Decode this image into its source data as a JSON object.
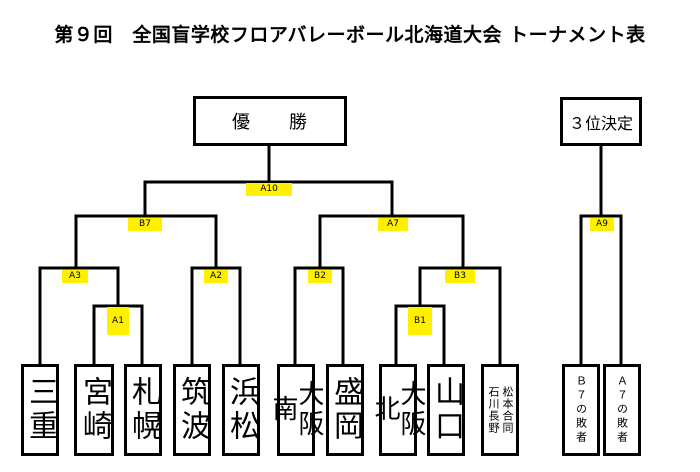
{
  "title": "第９回　全国盲学校フロアバレーボール北海道大会 トーナメント表",
  "final_box": "優　　勝",
  "third_box": "３位決定",
  "matches": {
    "A1": "A1",
    "A2": "A2",
    "A3": "A3",
    "B1": "B1",
    "B2": "B2",
    "B3": "B3",
    "B7": "B7",
    "A7": "A7",
    "A9": "A9",
    "A10": "A10"
  },
  "teams": {
    "mie": "三重",
    "miyazaki": "宮崎",
    "sapporo": "札幌",
    "tsukuba": "筑波",
    "hamamatsu": "浜松",
    "osaka_minami": "大阪南",
    "morioka": "盛岡",
    "osaka_kita": "大阪北",
    "yamaguchi": "山口",
    "ishikawa_nagano": "石川長野",
    "matsumoto_godo": "松本合同",
    "b7_loser": "Ｂ７の敗者",
    "a7_loser": "Ａ７の敗者"
  },
  "colors": {
    "label_bg": "#fff000",
    "line": "#000000"
  }
}
